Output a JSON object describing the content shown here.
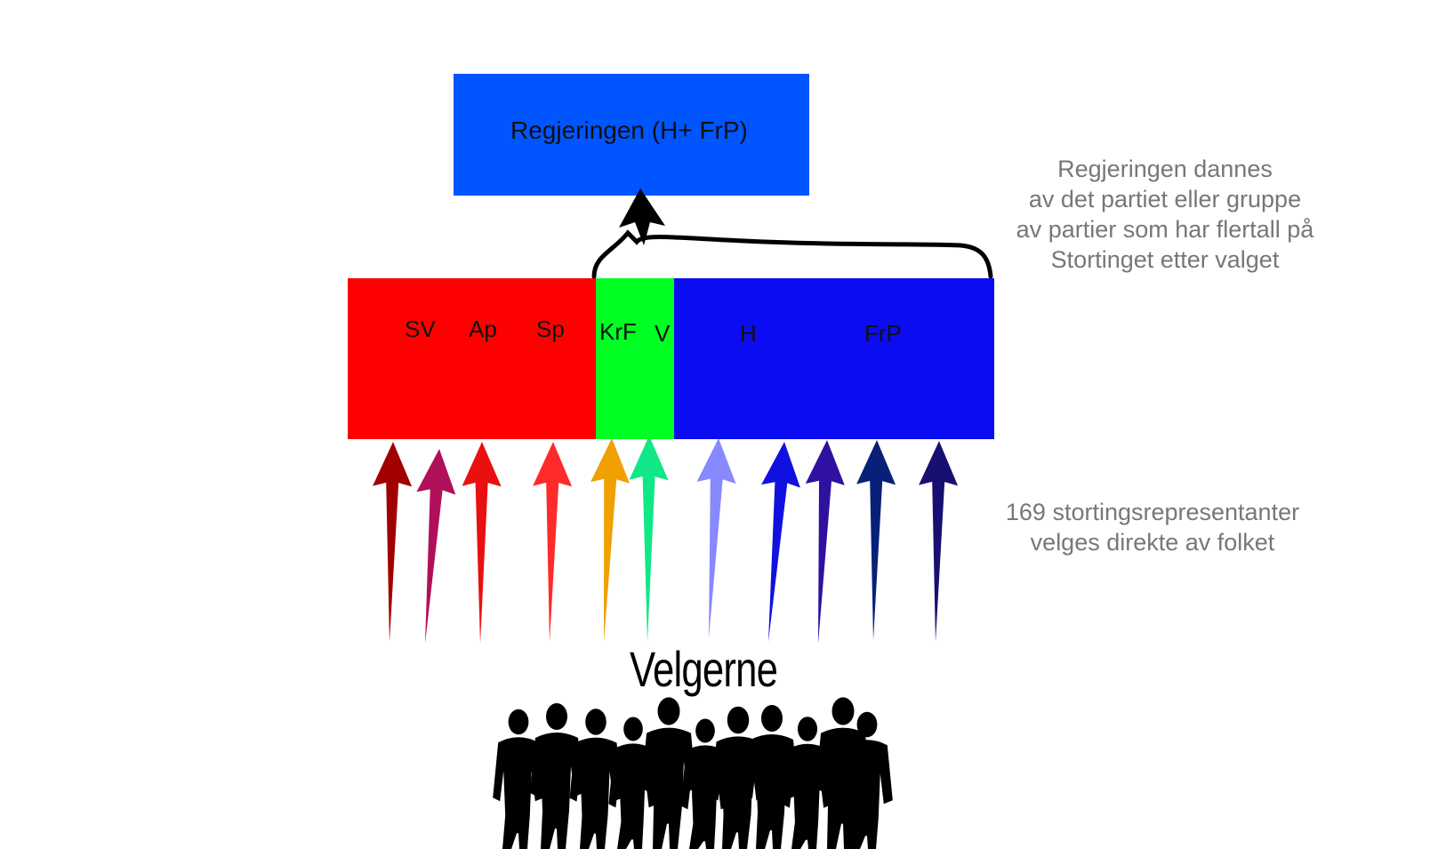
{
  "government": {
    "label": "Regjeringen (H+ FrP)",
    "color": "#0055ff"
  },
  "parliament_blocks": [
    {
      "name": "left",
      "color": "#ff0000",
      "parties": [
        "SV",
        "Ap",
        "Sp"
      ]
    },
    {
      "name": "center",
      "color": "#00ff22",
      "parties": [
        "KrF",
        "V"
      ]
    },
    {
      "name": "right",
      "color": "#0c0cf2",
      "parties": [
        "H",
        "FrP"
      ]
    }
  ],
  "notes": {
    "government_formation": [
      "Regjeringen dannes",
      "av det partiet eller gruppe",
      "av partier som har flertall på",
      "Stortinget etter valget"
    ],
    "representatives": [
      "169 stortingsrepresentanter",
      "velges direkte av folket"
    ]
  },
  "voters": {
    "label": "Velgerne"
  },
  "arrow_colors": [
    "#a00000",
    "#b0105a",
    "#e81010",
    "#ff2a2a",
    "#f0a000",
    "#10e888",
    "#8888ff",
    "#1010e0",
    "#3010a0",
    "#082078",
    "#181070"
  ],
  "bracket_color": "#000000",
  "silhouette_color": "#000000"
}
